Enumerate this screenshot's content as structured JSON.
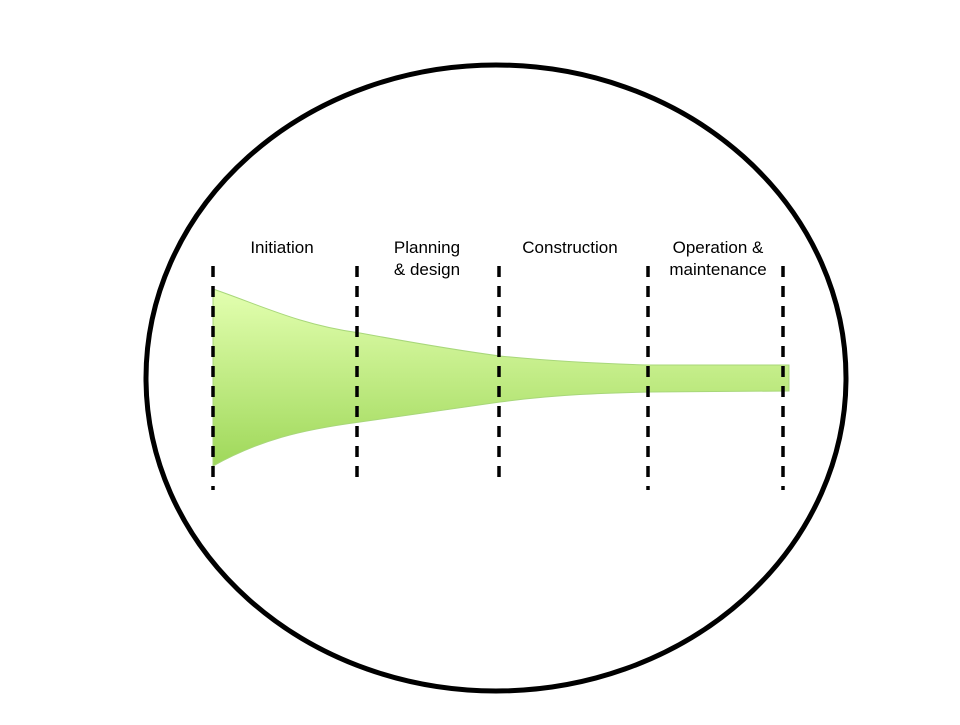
{
  "diagram": {
    "phases": [
      {
        "id": "initiation",
        "lines": [
          "Initiation"
        ]
      },
      {
        "id": "planning-design",
        "lines": [
          "Planning",
          "& design"
        ]
      },
      {
        "id": "construction",
        "lines": [
          "Construction"
        ]
      },
      {
        "id": "operation-maintenance",
        "lines": [
          "Operation &",
          "maintenance"
        ]
      }
    ],
    "colors": {
      "outline": "#000000",
      "funnel_light": "#e3ffb0",
      "funnel_dark": "#9fd85a",
      "funnel_edge": "#a8d77a"
    }
  }
}
